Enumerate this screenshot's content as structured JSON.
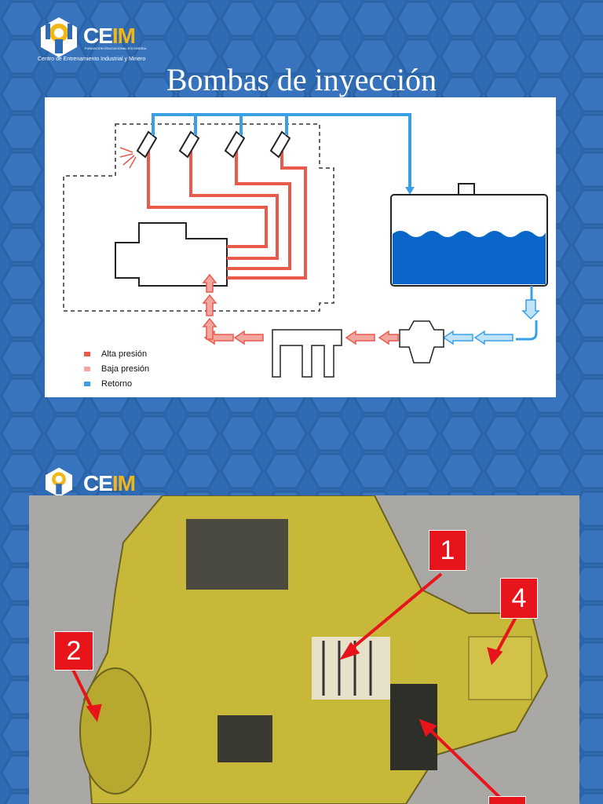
{
  "colors": {
    "background": "#2f6bb3",
    "logo_orange": "#f2b617",
    "high_pressure": "#e85a4a",
    "low_pressure": "#f4a7a0",
    "return_line": "#3aa0e6",
    "tank_water": "#0a67c9",
    "callout_red": "#e8141b"
  },
  "logo": {
    "brand_ce": "CE",
    "brand_im": "IM",
    "tagline": "FUNDACION EDUCACIONAL ESCONDIDA",
    "subtitle": "Centro de Entrenamiento Industrial y Minero"
  },
  "slide1": {
    "title": "Bombas de inyección",
    "legend": [
      {
        "label": "Alta presión",
        "color": "#e85a4a"
      },
      {
        "label": "Baja presión",
        "color": "#f4a7a0"
      },
      {
        "label": "Retorno",
        "color": "#3aa0e6"
      }
    ]
  },
  "slide2": {
    "callouts": [
      "1",
      "2",
      "4"
    ]
  }
}
